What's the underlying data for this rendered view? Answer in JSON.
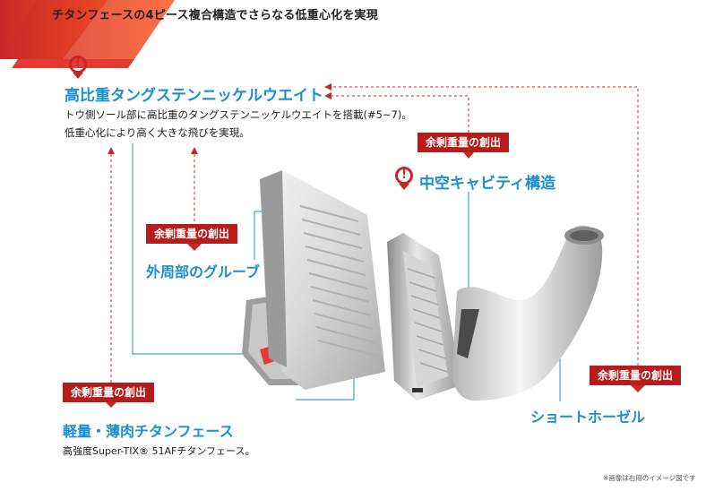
{
  "header": {
    "text": "チタンフェースの4ピース複合構造でさらなる低重心化を実現"
  },
  "labels": {
    "weight_title": "高比重タングステンニッケルウエイト",
    "weight_desc_line1": "トウ側ソール部に高比重のタングステンニッケルウエイトを搭載(#5~7)。",
    "weight_desc_line2": "低重心化により高く大きな飛びを実現。",
    "hollow_title": "中空キャビティ構造",
    "groove_title": "外周部のグルーブ",
    "face_title": "軽量・薄肉チタンフェース",
    "face_desc": "高強度Super-TIX® 51AFチタンフェース。",
    "hosel_title": "ショートホーゼル",
    "surplus_tag": "余剰重量の創出",
    "alert_symbol": "!",
    "image_note": "※画像は右用のイメージ図です"
  },
  "colors": {
    "accent_blue": "#1a8fd1",
    "tag_red": "#b71c1c",
    "arrow_red": "#c62828",
    "banner_red": "#e53935",
    "banner_orange": "#ff7043"
  }
}
